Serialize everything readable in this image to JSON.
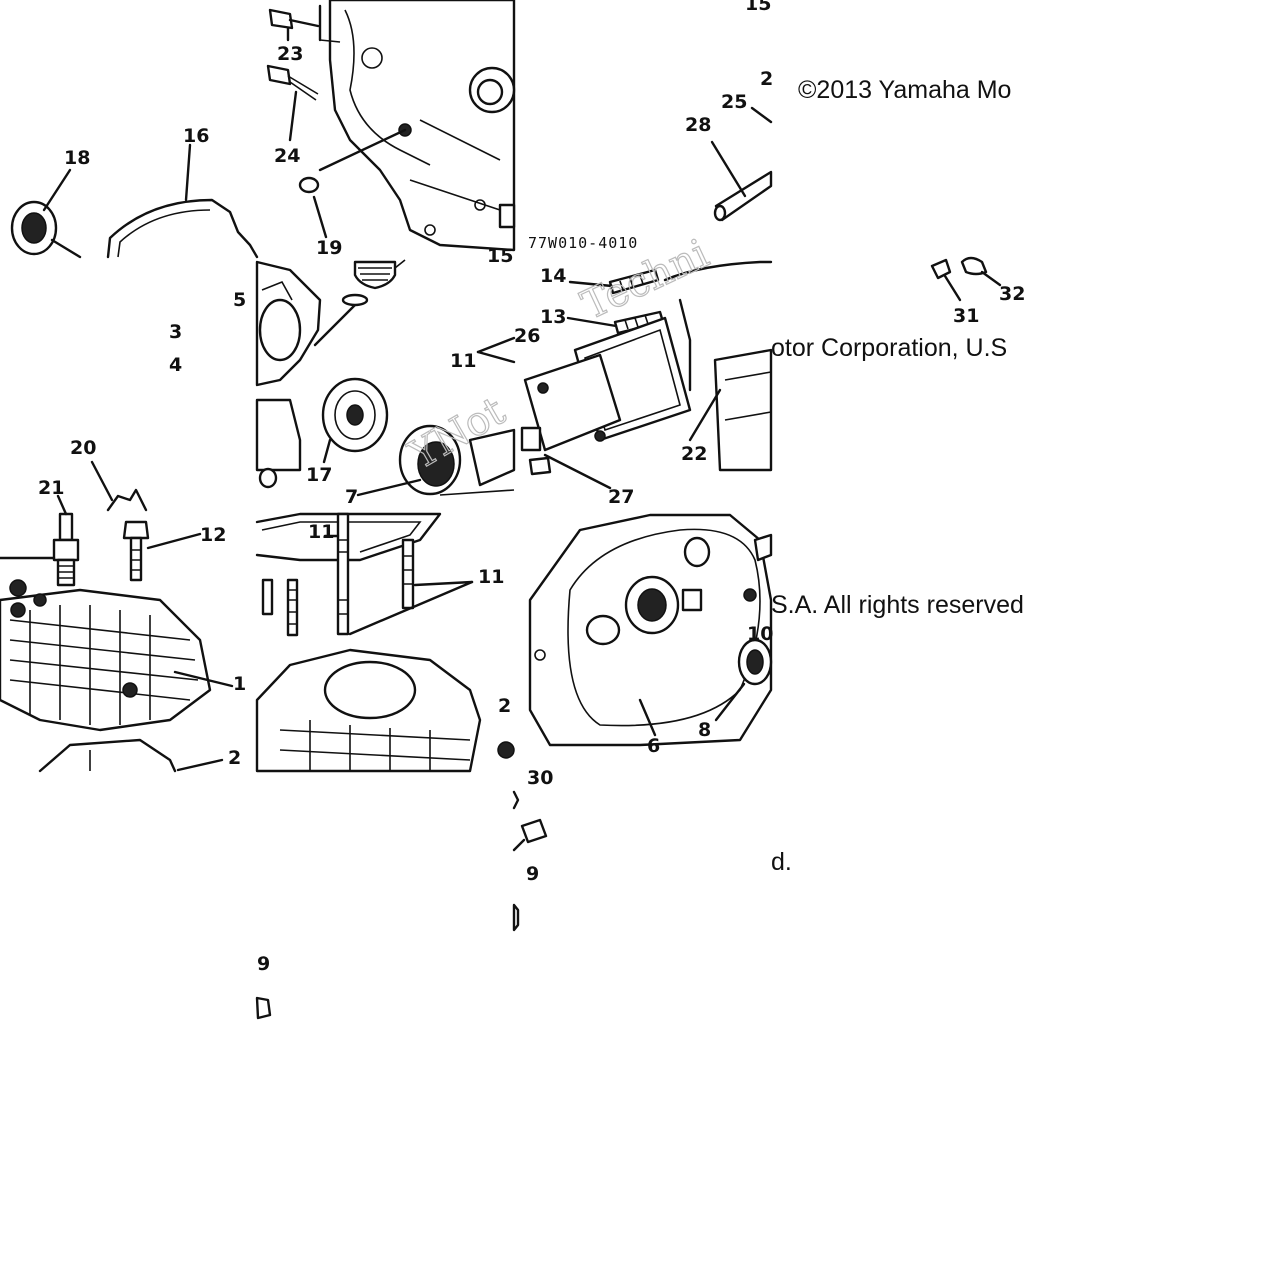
{
  "copyright_fragments": {
    "line1": "©2013 Yamaha Mo",
    "line2": "otor Corporation, U.S",
    "line3": "S.A. All rights reserved",
    "line4": "d."
  },
  "part_code": "77W010-4010",
  "watermark": "Techni",
  "callouts": {
    "c15a": "15",
    "c23": "23",
    "c24": "24",
    "c18": "18",
    "c16": "16",
    "c19": "19",
    "c25": "25",
    "c28": "28",
    "c2a": "2",
    "c14": "14",
    "c13": "13",
    "c26": "26",
    "c11a": "11",
    "c22": "22",
    "c27": "27",
    "c31": "31",
    "c32": "32",
    "c5": "5",
    "c3": "3",
    "c4": "4",
    "c17": "17",
    "c7": "7",
    "c20": "20",
    "c21": "21",
    "c12": "12",
    "c1": "1",
    "c2b": "2",
    "c11b": "11",
    "c11c": "11",
    "c2c": "2",
    "c10": "10",
    "c8": "8",
    "c6": "6",
    "c30": "30",
    "c9a": "9",
    "c9b": "9",
    "c15b": "15"
  }
}
